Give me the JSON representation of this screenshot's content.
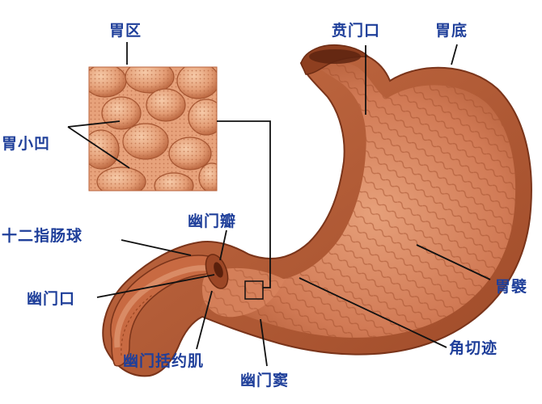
{
  "labels": {
    "gastric_area": "胃区",
    "gastric_pits": "胃小凹",
    "duodenal_bulb": "十二指肠球",
    "pyloric_valve": "幽门瓣",
    "pylorus": "幽门口",
    "pyloric_sphincter": "幽门括约肌",
    "pyloric_antrum": "幽门窦",
    "cardia": "贲门口",
    "fundus": "胃底",
    "gastric_folds": "胃襞",
    "angular_incisure": "角切迹"
  },
  "colors": {
    "label_text": "#1f3f9a",
    "leader_line": "#111111",
    "tissue_dark": "#a9542f",
    "tissue_mid": "#c7714a",
    "tissue_light": "#e5a27e",
    "mucosa": "#d98460",
    "background": "#ffffff"
  }
}
